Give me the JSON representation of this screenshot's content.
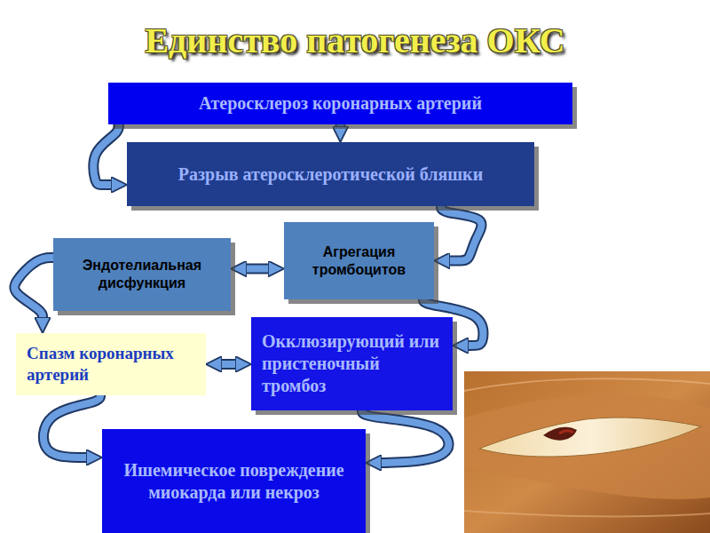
{
  "diagram": {
    "title": "Единство патогенеза ОКС",
    "nodes": [
      {
        "text": [
          "Атеросклероз коронарных артерий"
        ]
      },
      {
        "text": [
          "Разрыв атеросклеротической бляшки"
        ]
      },
      {
        "text": [
          "Эндотелиальная дисфункция"
        ]
      },
      {
        "text": [
          "Агрегация тромбоцитов"
        ]
      },
      {
        "text": [
          "Спазм коронарных артерий"
        ]
      },
      {
        "text": [
          "Окклюзирующий или пристеночный тромбоз"
        ]
      },
      {
        "text": [
          "Ишемическое повреждение миокарда или некроз"
        ]
      }
    ],
    "edges": [
      {
        "from": 0,
        "to": 1,
        "arrow": "to"
      },
      {
        "from": 0,
        "to": 1,
        "arrow": "to"
      },
      {
        "from": 1,
        "to": 3,
        "arrow": "to"
      },
      {
        "from": 2,
        "to": 3,
        "arrow": "both"
      },
      {
        "from": 3,
        "to": 5,
        "arrow": "to"
      },
      {
        "from": 2,
        "to": 4,
        "arrow": "to"
      },
      {
        "from": 4,
        "to": 5,
        "arrow": "both"
      },
      {
        "from": 4,
        "to": 6,
        "arrow": "to"
      },
      {
        "from": 5,
        "to": 6,
        "arrow": "to"
      }
    ]
  }
}
